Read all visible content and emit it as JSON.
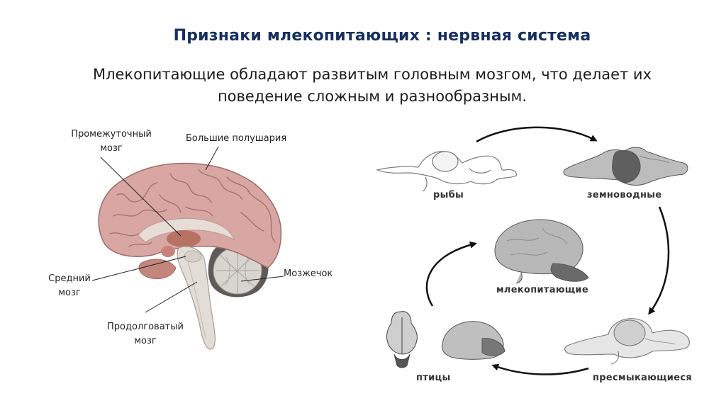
{
  "title": "Признаки млекопитающих : нервная система",
  "subtitle": {
    "line1": "Млекопитающие обладают развитым головным мозгом, что делает их",
    "line2": "поведение сложным и разнообразным."
  },
  "brain_labels": {
    "diencephalon_line1": "Промежуточный",
    "diencephalon_line2": "мозг",
    "hemispheres": "Большие полушария",
    "midbrain_line1": "Средний",
    "midbrain_line2": "мозг",
    "cerebellum": "Мозжечок",
    "medulla_line1": "Продолговатый",
    "medulla_line2": "мозг"
  },
  "evolution_cycle": {
    "fish": "рыбы",
    "amphibians": "земноводные",
    "mammals": "млекопитающие",
    "reptiles": "пресмыкающиеся",
    "birds": "птицы"
  },
  "colors": {
    "title": "#17305f",
    "cortex": "#d9a7a3",
    "stem": "#e2ddd6",
    "thalamus": "#b87264",
    "cerebellum": "#cfcac4",
    "arrow": "#111111"
  }
}
